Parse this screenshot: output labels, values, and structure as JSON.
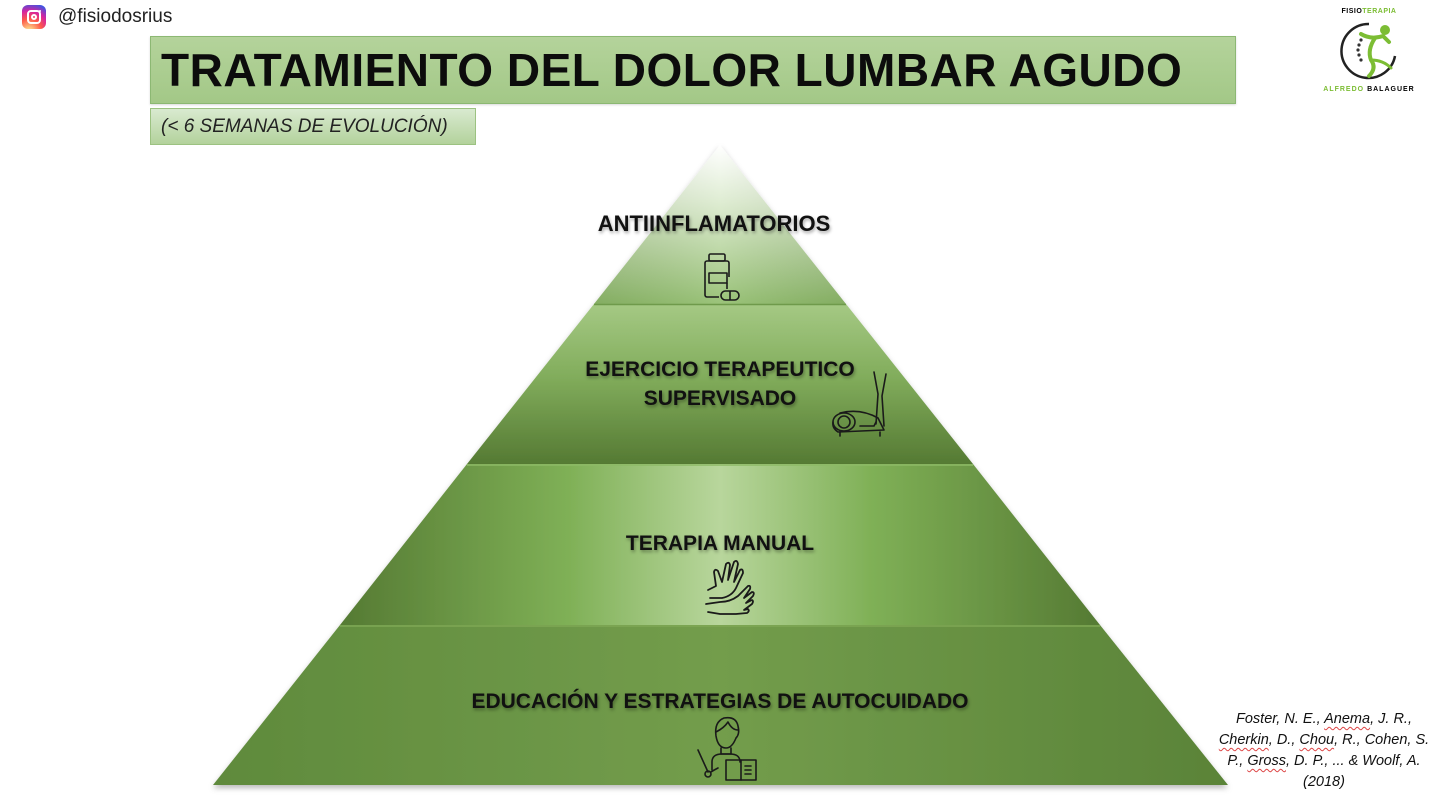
{
  "header": {
    "instagram_handle": "@fisiodosrius",
    "title": "TRATAMIENTO DEL DOLOR LUMBAR AGUDO",
    "subtitle": "(< 6 SEMANAS DE EVOLUCIÓN)"
  },
  "logo": {
    "top_dark": "FISIO",
    "top_green": "TERAPIA",
    "bottom_green": "ALFREDO",
    "bottom_dark": "BALAGUER",
    "icon": "runner-spine-icon"
  },
  "pyramid": {
    "tiers": [
      {
        "label": "ANTIINFLAMATORIOS",
        "icon": "medicine-bottle-pill-icon"
      },
      {
        "label_line1": "EJERCICIO TERAPEUTICO",
        "label_line2": "SUPERVISADO",
        "icon": "elliptical-trainer-icon"
      },
      {
        "label": "TERAPIA MANUAL",
        "icon": "hands-icon"
      },
      {
        "label": "EDUCACIÓN Y ESTRATEGIAS DE AUTOCUIDADO",
        "icon": "teacher-book-icon"
      }
    ],
    "colors": {
      "tier1_light": "#eef5e6",
      "tier1_dark": "#8fbc6a",
      "tier2": "#7ea957",
      "tier3_center": "#b3d395",
      "tier3_edge": "#5c8038",
      "tier4": "#6a9445"
    }
  },
  "citation": {
    "authors_1a": "Foster, N. E., ",
    "authors_1b": "Anema",
    "authors_1c": ", J. R.,",
    "authors_2a": "Cherkin",
    "authors_2b": ", D., ",
    "authors_2c": "Chou",
    "authors_2d": ", R., Cohen, S.",
    "authors_3a": "P., ",
    "authors_3b": "Gross",
    "authors_3c": ", D. P., ... & Woolf, A.",
    "year": "(2018)"
  }
}
